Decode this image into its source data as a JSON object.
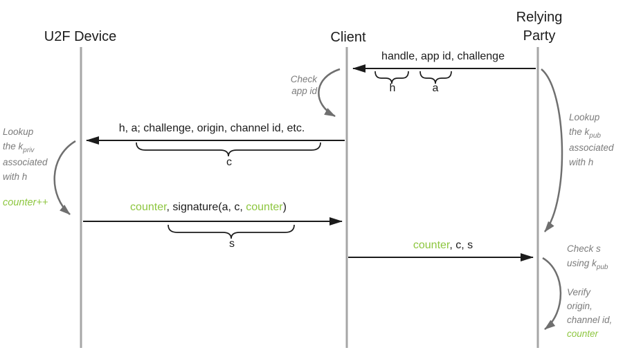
{
  "colors": {
    "green": "#8dc63f",
    "text": "#1b1b1b",
    "annotation": "#7b7b7b",
    "lifeline": "#a6a6a6",
    "arc": "#6f6f6f"
  },
  "actors": {
    "u2f": "U2F Device",
    "client": "Client",
    "relying_1": "Relying",
    "relying_2": "Party"
  },
  "messages": {
    "m1": {
      "label": "handle, app id, challenge",
      "brace_h": "h",
      "brace_a": "a"
    },
    "m2": {
      "label": "h, a; challenge, origin, channel id, etc.",
      "brace_c": "c"
    },
    "m3": {
      "counter1": "counter",
      "mid": ", signature(a, c, ",
      "counter2": "counter",
      "close": ")",
      "brace_s": "s"
    },
    "m4": {
      "counter": "counter",
      "rest": ", c, s"
    }
  },
  "annotations": {
    "check_app_id": {
      "l1": "Check",
      "l2": "app id"
    },
    "lookup_priv": {
      "l1": "Lookup",
      "l2a": "the k",
      "l2b": "priv",
      "l3": "associated",
      "l4": "with h"
    },
    "counter_increment": "counter++",
    "lookup_pub": {
      "l1": "Lookup",
      "l2a": "the k",
      "l2b": "pub",
      "l3": "associated",
      "l4": "with h"
    },
    "check_s": {
      "l1": "Check s",
      "l2a": "using k",
      "l2b": "pub"
    },
    "verify": {
      "l1": "Verify",
      "l2": "origin,",
      "l3": "channel id,",
      "l4_counter": "counter"
    }
  }
}
